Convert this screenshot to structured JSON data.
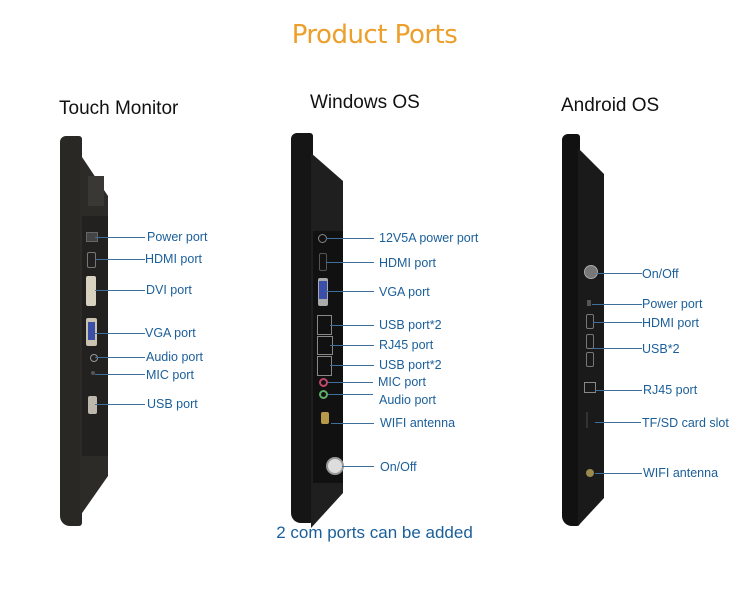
{
  "header": {
    "title": "Product Ports"
  },
  "sections": [
    {
      "title": "Touch Monitor",
      "ports": [
        "Power port",
        "HDMI port",
        "DVI port",
        "VGA port",
        "Audio port",
        "MIC port",
        "USB port"
      ]
    },
    {
      "title": "Windows OS",
      "ports": [
        "12V5A power port",
        "HDMI port",
        "VGA port",
        "USB port*2",
        "RJ45 port",
        "USB port*2",
        "MIC port",
        "Audio port",
        "WIFI antenna",
        "On/Off"
      ]
    },
    {
      "title": "Android OS",
      "ports": [
        "On/Off",
        "Power port",
        "HDMI port",
        "USB*2",
        "RJ45 port",
        "TF/SD card slot",
        "WIFI antenna"
      ]
    }
  ],
  "footer": {
    "note": "2 com ports can be added"
  },
  "colors": {
    "title": "#ec9f2a",
    "label": "#1b5f9a",
    "line": "#3d6e9c",
    "device": "#1a1a1a"
  }
}
